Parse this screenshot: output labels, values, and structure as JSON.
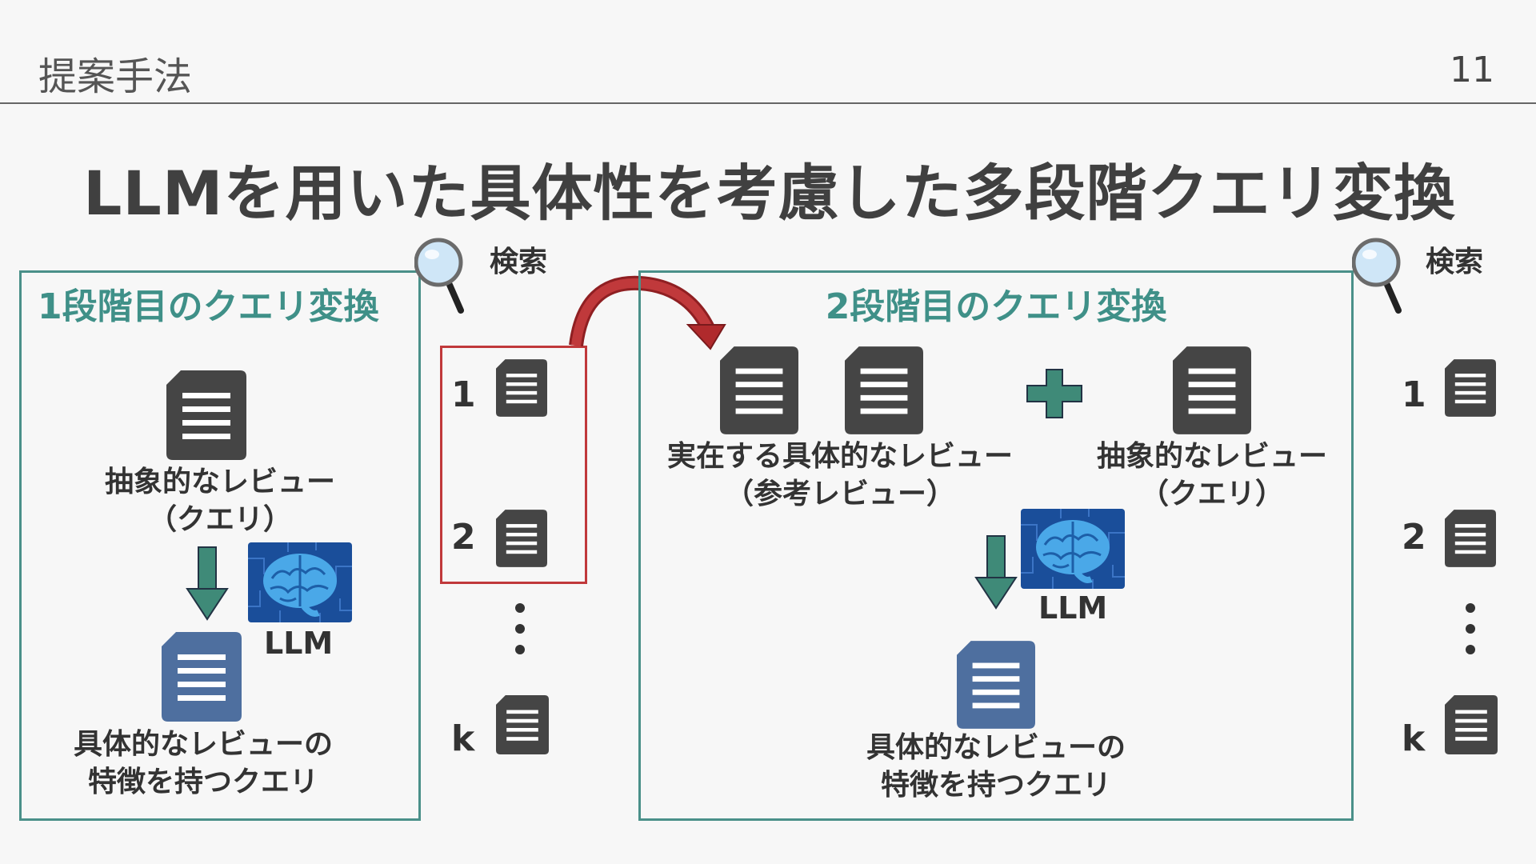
{
  "header": {
    "section_title": "提案手法",
    "page_number": "11"
  },
  "title": "LLMを用いた具体性を考慮した多段階クエリ変換",
  "search_label": "検索",
  "llm_label": "LLM",
  "stage1": {
    "title": "1段階目のクエリ変換",
    "input_label": [
      "抽象的なレビュー",
      "（クエリ）"
    ],
    "output_label": [
      "具体的なレビューの",
      "特徴を持つクエリ"
    ]
  },
  "results1": {
    "ranks": [
      "1",
      "2",
      "k"
    ]
  },
  "stage2": {
    "title": "2段階目のクエリ変換",
    "ref_label": [
      "実在する具体的なレビュー",
      "（参考レビュー）"
    ],
    "query_label": [
      "抽象的なレビュー",
      "（クエリ）"
    ],
    "output_label": [
      "具体的なレビューの",
      "特徴を持つクエリ"
    ]
  },
  "results2": {
    "ranks": [
      "1",
      "2",
      "k"
    ]
  },
  "colors": {
    "teal": "#3f9088",
    "document_dark": "#454545",
    "document_blue": "#4e6f9f",
    "arrow_red": "#b02a2c",
    "llm_bg": "#1a4e9a"
  }
}
